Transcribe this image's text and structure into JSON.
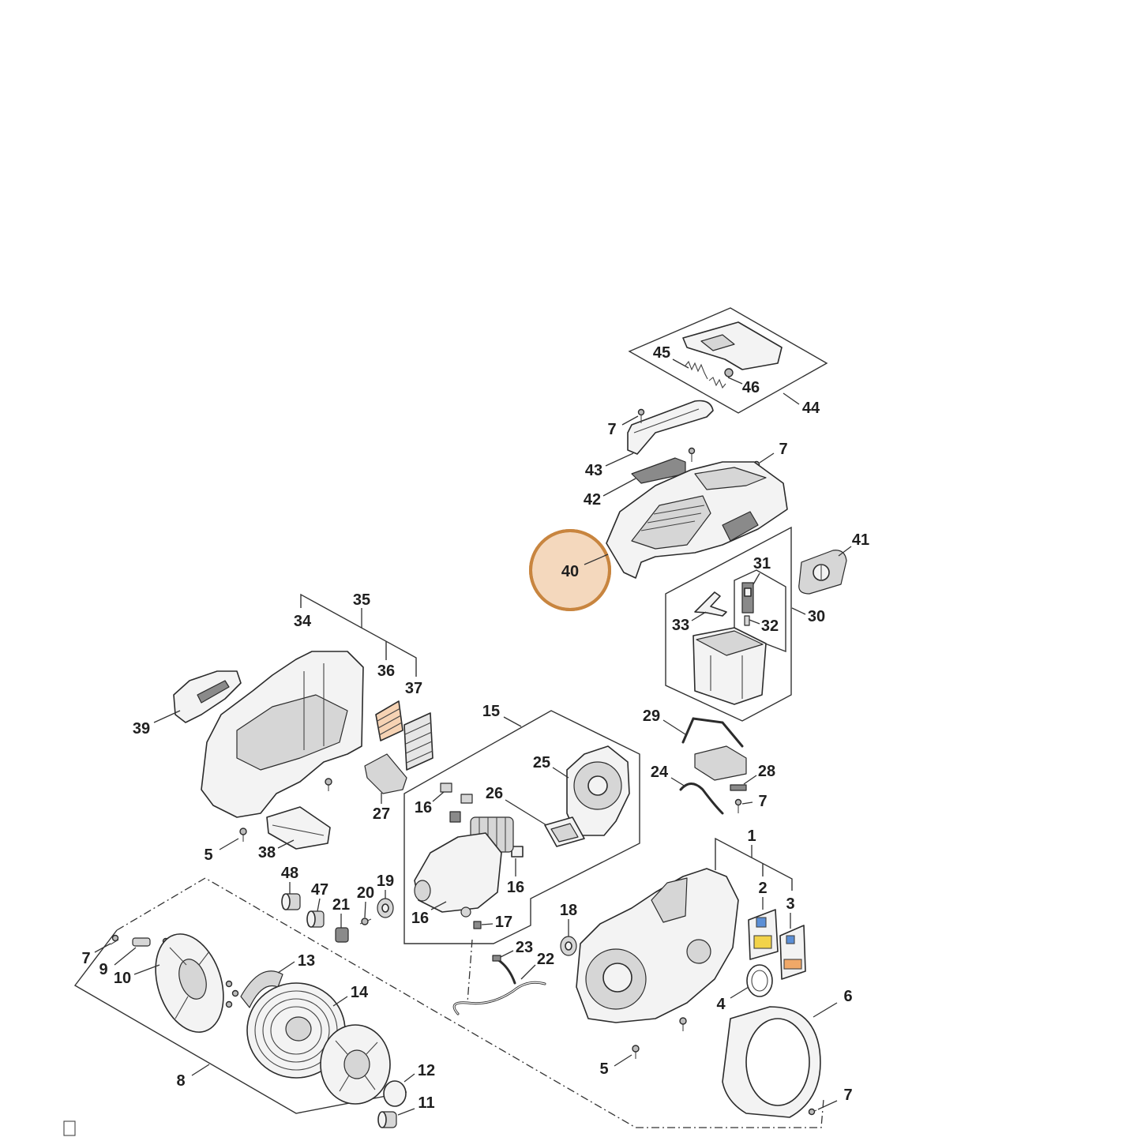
{
  "labels": [
    "45",
    "46",
    "44",
    "7",
    "7",
    "43",
    "42",
    "41",
    "40",
    "31",
    "30",
    "33",
    "32",
    "35",
    "34",
    "36",
    "37",
    "39",
    "15",
    "29",
    "25",
    "24",
    "28",
    "26",
    "7",
    "16",
    "27",
    "1",
    "5",
    "38",
    "48",
    "16",
    "2",
    "19",
    "47",
    "20",
    "21",
    "3",
    "18",
    "16",
    "17",
    "23",
    "22",
    "13",
    "7",
    "9",
    "10",
    "14",
    "6",
    "4",
    "8",
    "12",
    "5",
    "7",
    "11"
  ],
  "highlight": {
    "label_index": 8,
    "stroke": "#c8853f",
    "fill": "#f4d8bd"
  },
  "colors": {
    "label_orange": "#f0a868",
    "label_blue": "#5b8fd6",
    "label_yellow": "#f2d34a"
  }
}
